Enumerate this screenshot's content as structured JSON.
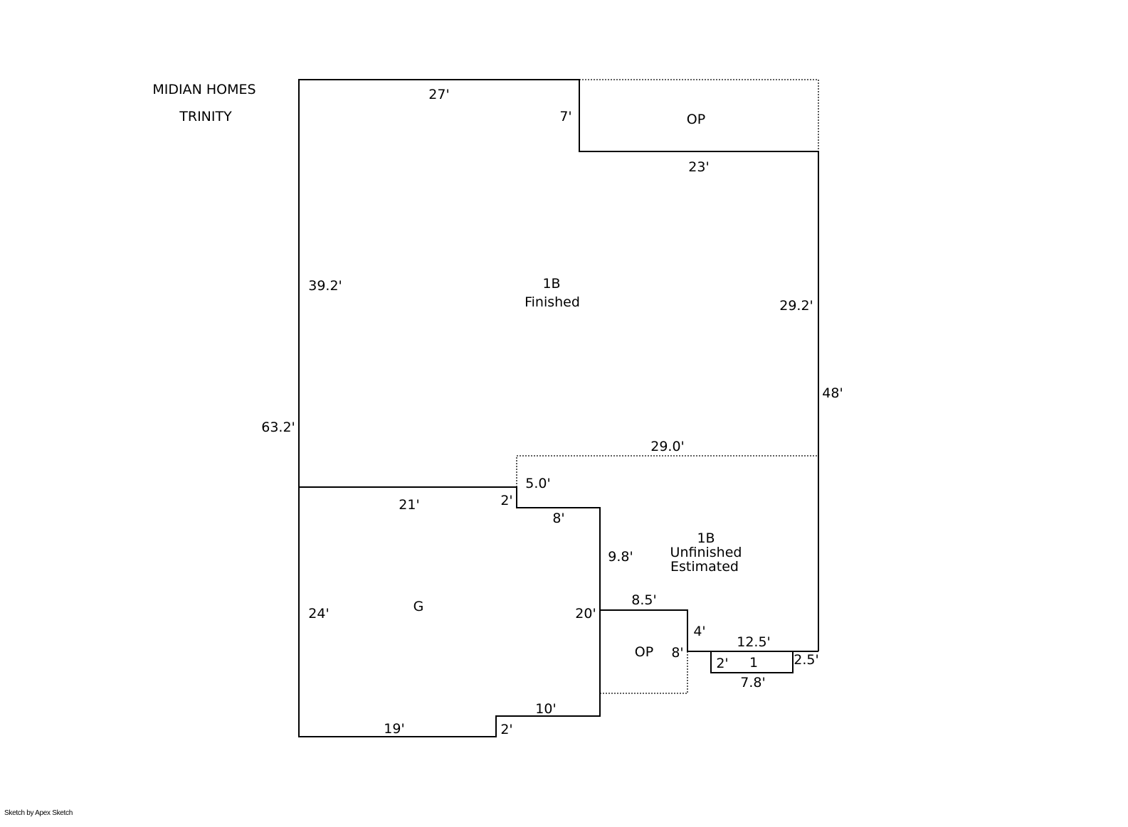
{
  "header": {
    "company": "MIDIAN HOMES",
    "model": "TRINITY"
  },
  "areas": {
    "op_top": "OP",
    "main_finished": {
      "code": "1B",
      "status": "Finished"
    },
    "garage": "G",
    "main_unfinished": {
      "code": "1B",
      "status": "Unfinished",
      "note": "Estimated"
    },
    "op_bottom": "OP",
    "area_1": "1"
  },
  "dimensions": {
    "top": "27'",
    "notch_7": "7'",
    "op_bottom_edge": "23'",
    "left_upper": "39.2'",
    "right_upper": "29.2'",
    "right_total": "48'",
    "left_total": "63.2'",
    "unfinished_top": "29.0'",
    "unfinished_left": "5.0'",
    "garage_top": "21'",
    "garage_step": "2'",
    "step_8": "8'",
    "wall_9_8": "9.8'",
    "garage_left": "24'",
    "garage_right": "20'",
    "op_top_edge": "8.5'",
    "op_right": "8'",
    "step_4": "4'",
    "step_12_5": "12.5'",
    "area1_left": "2'",
    "area1_right": "2.5'",
    "area1_bottom": "7.8'",
    "garage_step_bottom": "2'",
    "garage_bottom_right": "10'",
    "garage_bottom": "19'"
  },
  "footer": {
    "credit": "Sketch by Apex Sketch"
  }
}
